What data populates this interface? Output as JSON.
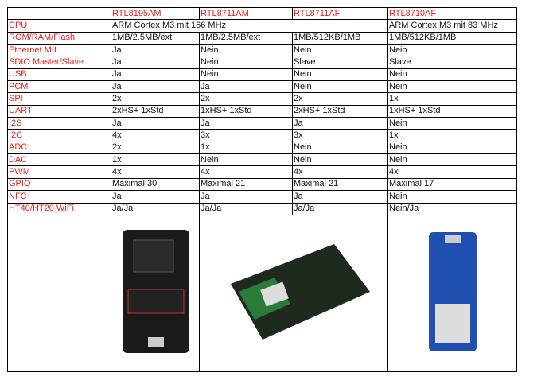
{
  "headers": [
    "RTL8195AM",
    "RTL8711AM",
    "RTL8711AF",
    "RTL8710AF"
  ],
  "cpu": {
    "label": "CPU",
    "shared": "ARM Cortex M3 mit 166 MHz",
    "last": "ARM Cortex M3 mit 83 MHz"
  },
  "rows": [
    {
      "label": "ROM/RAM/Flash",
      "v": [
        "1MB/2.5MB/ext",
        "1MB/2.5MB/ext",
        "1MB/512KB/1MB",
        "1MB/512KB/1MB"
      ]
    },
    {
      "label": "Ethernet MII",
      "v": [
        "Ja",
        "Nein",
        "Nein",
        "Nein"
      ]
    },
    {
      "label": "SDIO Master/Slave",
      "v": [
        "Ja",
        "Nein",
        "Slave",
        "Slave"
      ]
    },
    {
      "label": "USB",
      "v": [
        "Ja",
        "Nein",
        "Nein",
        "Nein"
      ]
    },
    {
      "label": "PCM",
      "v": [
        "Ja",
        "Ja",
        "Nein",
        "Nein"
      ]
    },
    {
      "label": "SPI",
      "v": [
        "2x",
        "2x",
        "2x",
        "1x"
      ]
    },
    {
      "label": "UART",
      "v": [
        "2xHS+ 1xStd",
        "1xHS+ 1xStd",
        "2xHS+ 1xStd",
        "1xHS+ 1xStd"
      ]
    },
    {
      "label": "I2S",
      "v": [
        "Ja",
        "Ja",
        "Ja",
        "Nein"
      ]
    },
    {
      "label": "I2C",
      "v": [
        "4x",
        "3x",
        "3x",
        "1x"
      ]
    },
    {
      "label": "ADC",
      "v": [
        "2x",
        "1x",
        "Nein",
        "Nein"
      ]
    },
    {
      "label": "DAC",
      "v": [
        "1x",
        "Nein",
        "Nein",
        "Nein"
      ]
    },
    {
      "label": "PWM",
      "v": [
        "4x",
        "4x",
        "4x",
        "4x"
      ]
    },
    {
      "label": "GPIO",
      "v": [
        "Maximal 30",
        "Maximal 21",
        "Maximal 21",
        "Maximal 17"
      ]
    },
    {
      "label": "NFC",
      "v": [
        "Ja",
        "Ja",
        "Ja",
        "Nein"
      ]
    },
    {
      "label": "HT40/HT20 WiFi",
      "v": [
        "Ja/Ja",
        "Ja/Ja",
        "Ja/Ja",
        "Nein/Ja"
      ]
    }
  ]
}
